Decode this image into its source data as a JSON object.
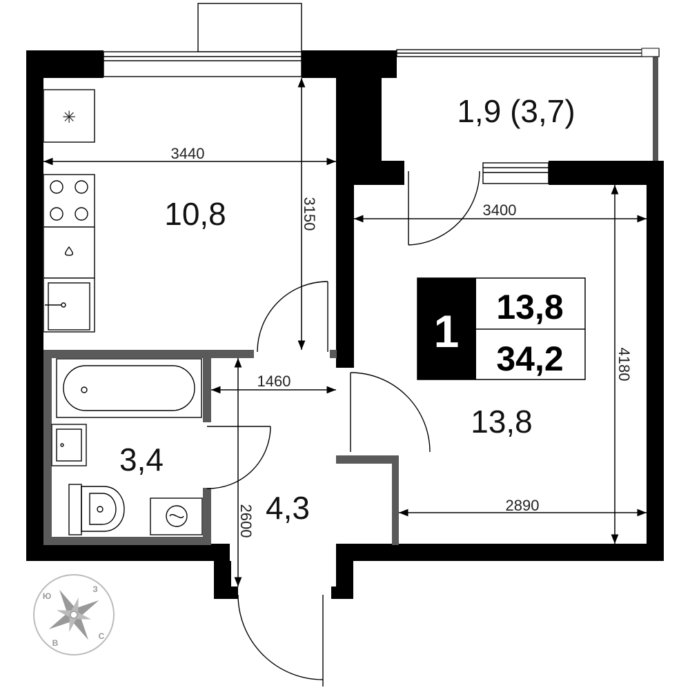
{
  "plan": {
    "rooms": [
      {
        "label": "10,8"
      },
      {
        "label": "1,9 (3,7)"
      },
      {
        "label": "13,8"
      },
      {
        "label": "3,4"
      },
      {
        "label": "4,3"
      }
    ],
    "dimensions": [
      {
        "label": "3440"
      },
      {
        "label": "3150"
      },
      {
        "label": "3400"
      },
      {
        "label": "4180"
      },
      {
        "label": "1460"
      },
      {
        "label": "2600"
      },
      {
        "label": "2890"
      }
    ],
    "summary": {
      "rooms_count": "1",
      "living_area": "13,8",
      "total_area": "34,2"
    },
    "compass": [
      "Ю",
      "З",
      "В",
      "С"
    ]
  }
}
